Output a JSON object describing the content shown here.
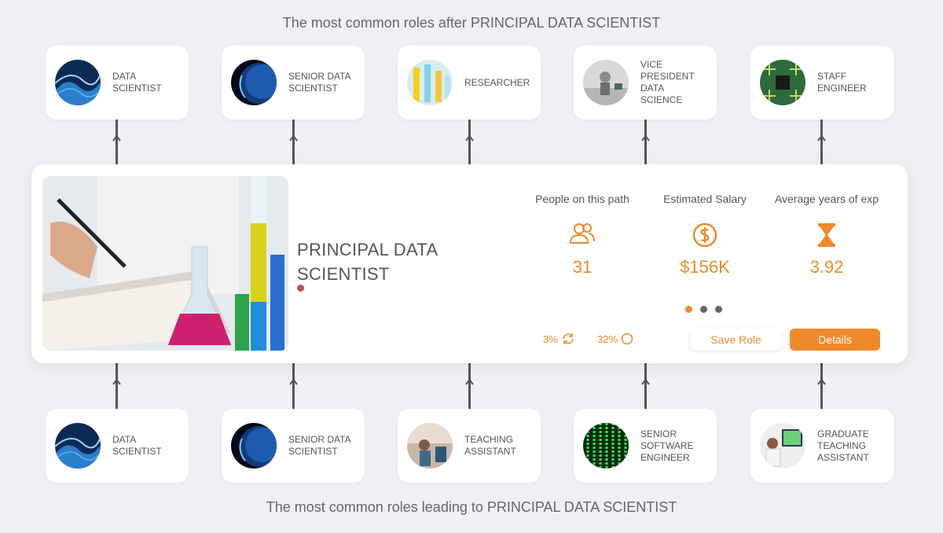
{
  "header": {
    "title": "The most common roles after PRINCIPAL DATA SCIENTIST"
  },
  "footer": {
    "title": "The most common roles leading to PRINCIPAL DATA SCIENTIST"
  },
  "next_roles": [
    {
      "label": "DATA\nSCIENTIST",
      "thumb": "data-viz"
    },
    {
      "label": "SENIOR DATA\nSCIENTIST",
      "thumb": "planet"
    },
    {
      "label": "RESEARCHER",
      "thumb": "lab-tubes"
    },
    {
      "label": "VICE\nPRESIDENT\nDATA\nSCIENCE",
      "thumb": "office"
    },
    {
      "label": "STAFF\nENGINEER",
      "thumb": "circuit-board"
    }
  ],
  "previous_roles": [
    {
      "label": "DATA\nSCIENTIST",
      "thumb": "data-viz"
    },
    {
      "label": "SENIOR DATA\nSCIENTIST",
      "thumb": "planet"
    },
    {
      "label": "TEACHING\nASSISTANT",
      "thumb": "classroom"
    },
    {
      "label": "SENIOR\nSOFTWARE\nENGINEER",
      "thumb": "code-matrix"
    },
    {
      "label": "GRADUATE\nTEACHING\nASSISTANT",
      "thumb": "computer-lab"
    }
  ],
  "main": {
    "role_title": "PRINCIPAL DATA SCIENTIST",
    "stats": [
      {
        "label": "People on this path",
        "icon": "people-icon",
        "value": "31"
      },
      {
        "label": "Estimated Salary",
        "icon": "dollar-icon",
        "value": "$156K"
      },
      {
        "label": "Average years of exp",
        "icon": "hourglass-icon",
        "value": "3.92"
      }
    ],
    "metrics": [
      {
        "value": "3%",
        "icon": "refresh-icon"
      },
      {
        "value": "32%",
        "icon": "circle-icon"
      }
    ],
    "pager": {
      "count": 3,
      "active": 0
    },
    "save_label": "Save Role",
    "details_label": "Details"
  },
  "colors": {
    "accent": "#ee8a2b",
    "background": "#eef0f5",
    "dot": "#c0504d"
  }
}
